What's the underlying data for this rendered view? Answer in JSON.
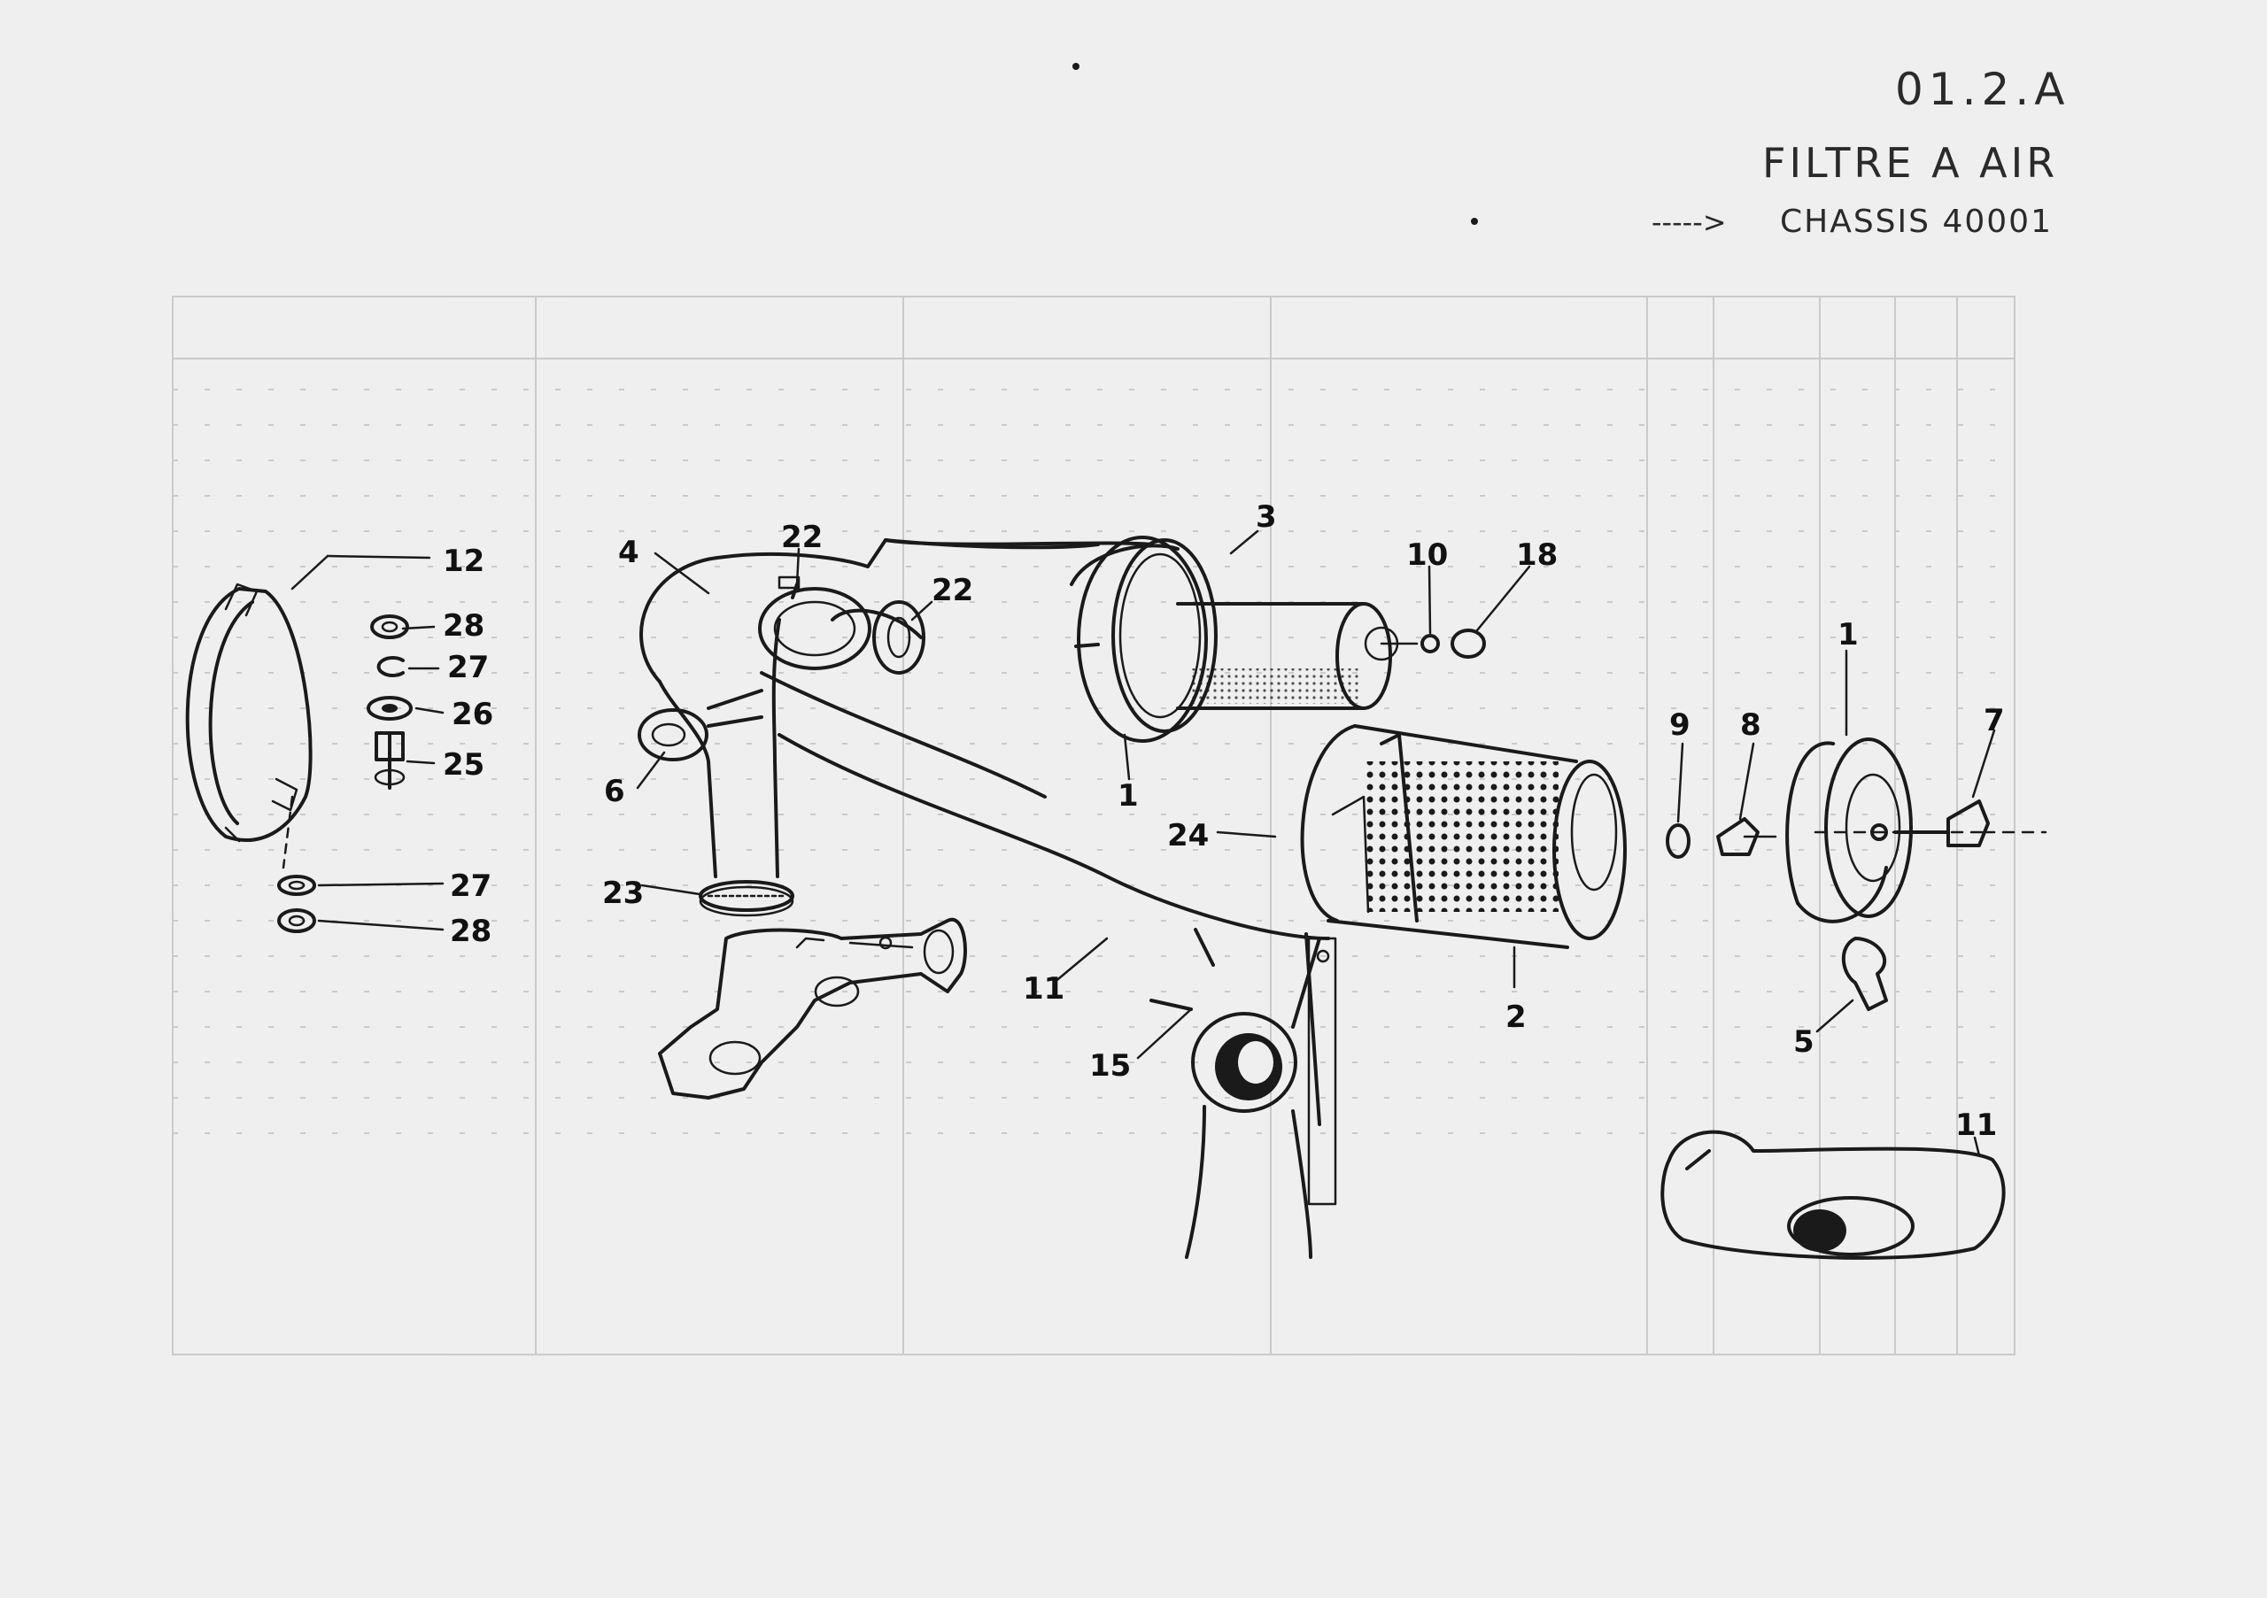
{
  "header": {
    "code": "01.2.A",
    "title": "FILTRE A AIR",
    "chassis_arrow": "----->",
    "chassis_label": "CHASSIS 40001"
  },
  "callouts": {
    "c1a": "1",
    "c1b": "1",
    "c2": "2",
    "c3": "3",
    "c4": "4",
    "c5": "5",
    "c6": "6",
    "c7": "7",
    "c8": "8",
    "c9": "9",
    "c10": "10",
    "c11a": "11",
    "c11b": "11",
    "c12": "12",
    "c15": "15",
    "c18": "18",
    "c22a": "22",
    "c22b": "22",
    "c23": "23",
    "c24": "24",
    "c25": "25",
    "c26": "26",
    "c27a": "27",
    "c27b": "27",
    "c28a": "28",
    "c28b": "28"
  }
}
